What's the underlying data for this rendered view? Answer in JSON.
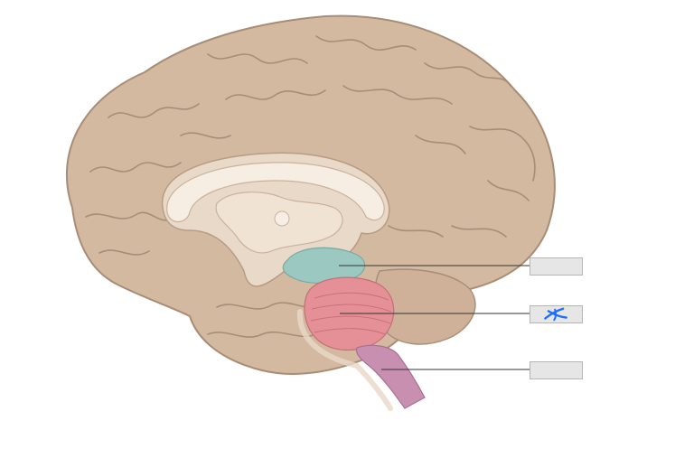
{
  "colors": {
    "cortex_fill": "#d4b9a1",
    "cortex_stroke": "#a88d76",
    "medial_fill": "#e9d9c8",
    "corpus_callosum": "#f6ede3",
    "diencephalon": "#f0e3d4",
    "midbrain": "#9bc9c2",
    "pons": "#e58f96",
    "medulla": "#c98fb0",
    "leader_line": "#333333",
    "label_box_fill": "#e6e6e6",
    "label_box_stroke": "#b5b5b5",
    "incorrect_mark": "#1f6fff"
  },
  "labels": [
    {
      "id": "midbrain",
      "text": "",
      "state": "empty"
    },
    {
      "id": "pons",
      "text": "",
      "state": "incorrect-mark"
    },
    {
      "id": "medulla",
      "text": "",
      "state": "empty"
    }
  ],
  "icons": {
    "incorrect_mark": "cross-scribble-icon"
  }
}
